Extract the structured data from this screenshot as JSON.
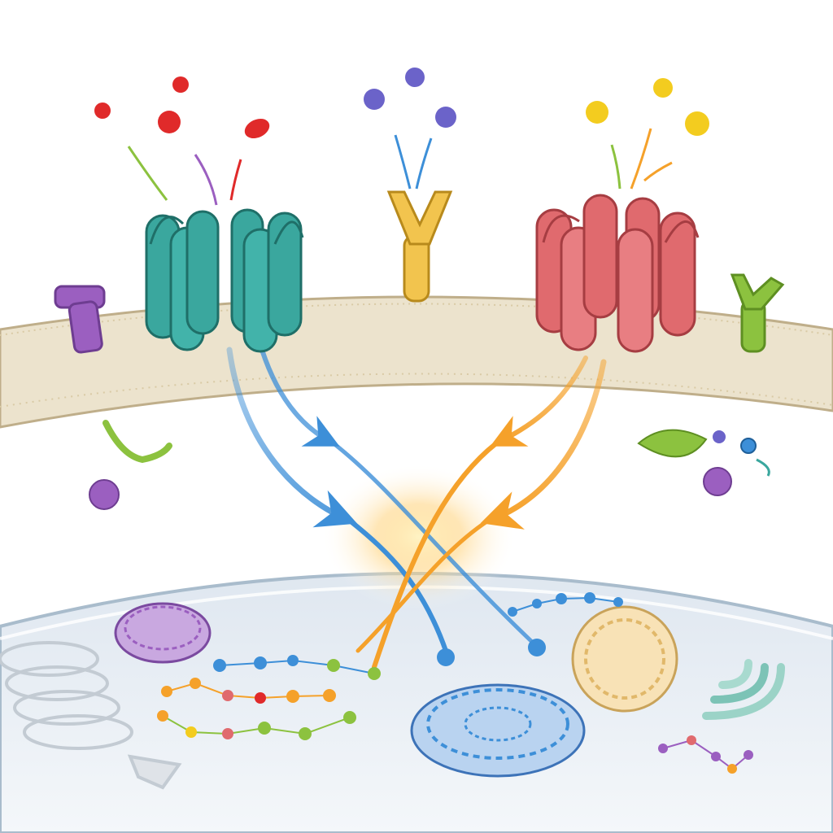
{
  "colors": {
    "background": "#ffffff",
    "membrane_fill": "#ece3cd",
    "membrane_edge": "#bfae8a",
    "nucleus_fill": "#e8eef5",
    "nucleus_edge": "#a9bccc",
    "receptor_teal": "#3aa79e",
    "receptor_red": "#e06a6e",
    "receptor_yellow": "#f2c44e",
    "receptor_purple": "#9b5fc0",
    "receptor_green": "#8cc23f",
    "ligand_red": "#e02a2a",
    "ligand_blue": "#6b63c9",
    "ligand_yellow": "#f3cc1f",
    "pathway_blue": "#3d8fd8",
    "pathway_orange": "#f5a12a",
    "convergence_glow": "#ffd27a"
  },
  "icons": {
    "ligands_left": "red-ligand-molecules",
    "ligands_center": "blue-ligand-molecules",
    "ligands_right": "yellow-ligand-molecules",
    "receptor_left": "teal-transmembrane-receptor",
    "receptor_center": "y-shaped-receptor",
    "receptor_right": "red-transmembrane-receptor",
    "receptor_far_left": "t-shaped-receptor",
    "receptor_far_right": "green-y-receptor",
    "organelle_purple": "purple-disc-organelle",
    "organelle_blue": "blue-disc-organelle",
    "organelle_tan": "tan-disc-organelle",
    "organelle_golgi": "golgi-like-organelle",
    "organelle_left": "grey-coiled-organelle",
    "leaf": "green-leaf-vesicle"
  }
}
